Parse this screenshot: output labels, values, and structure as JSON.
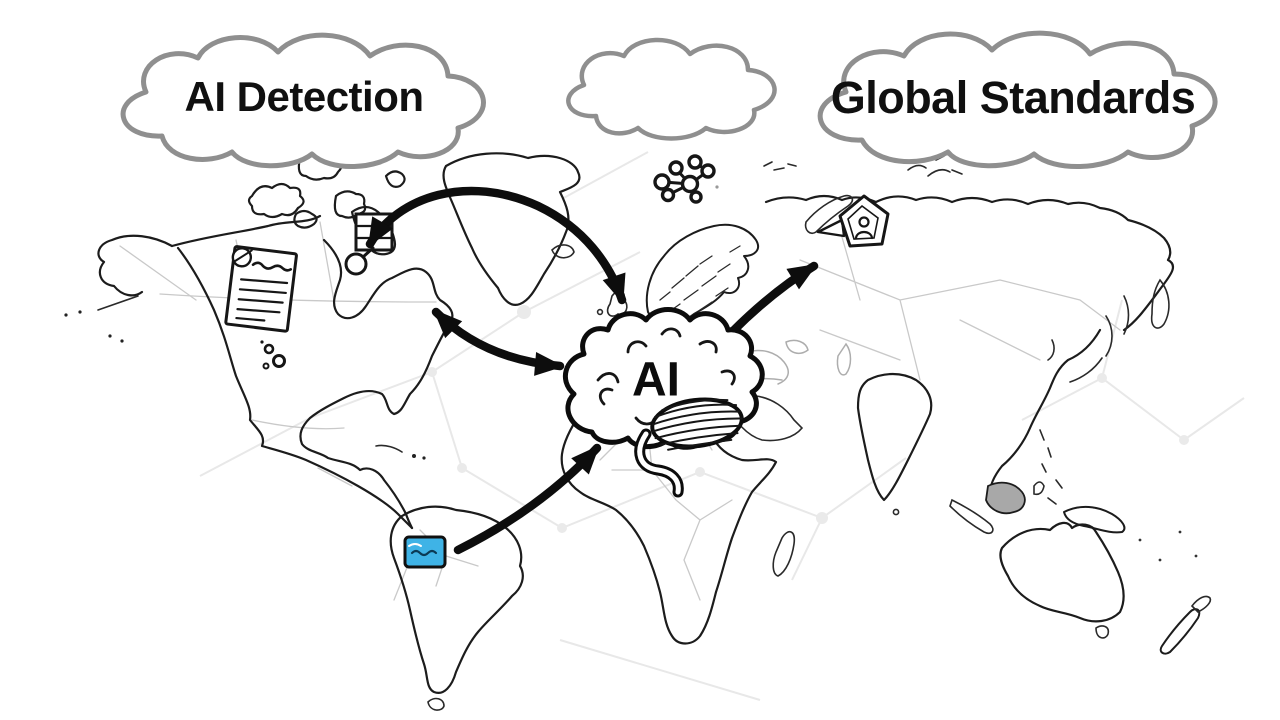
{
  "clouds": {
    "left_label": "AI Detection",
    "right_label": "Global Standards"
  },
  "brain": {
    "label": "AI"
  },
  "icons": {
    "document": "policy-document-icon",
    "magnifier": "screen-magnifier-icon",
    "shield": "certification-shield-icon",
    "tablet": "tablet-device-icon",
    "molecule": "molecule-network-icon"
  },
  "colors": {
    "ink": "#111111",
    "map_outline": "#1c1c1c",
    "map_borders": "#c9c9c9",
    "cloud_outline": "#8f8f8f",
    "network_lines": "#e8e8e8",
    "tablet_blue": "#3fb3e6"
  }
}
